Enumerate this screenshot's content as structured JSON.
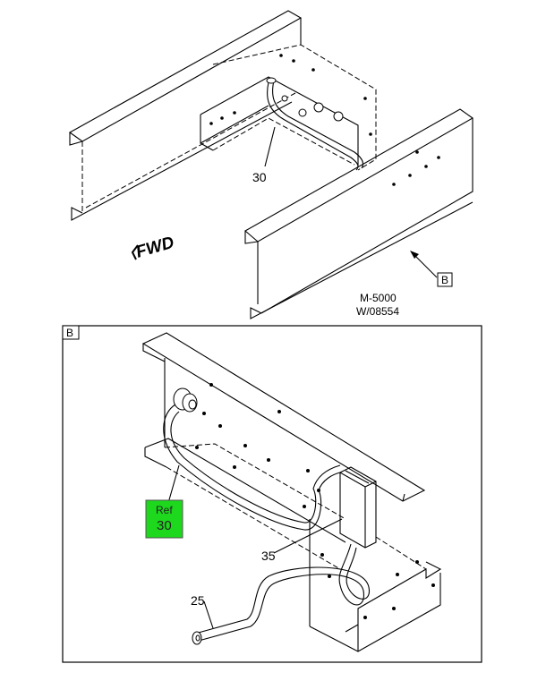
{
  "top_view": {
    "callout_30": "30",
    "fwd_label": "FWD",
    "view_ref_box": "B",
    "model_code": "M-5000",
    "drawing_number": "W/08554"
  },
  "detail_view": {
    "label": "B",
    "ref_label": "Ref",
    "ref_number": "30",
    "callout_35": "35",
    "callout_25": "25",
    "colors": {
      "ref_box_fill": "#1ED81E",
      "ref_box_border": "#555555"
    }
  }
}
